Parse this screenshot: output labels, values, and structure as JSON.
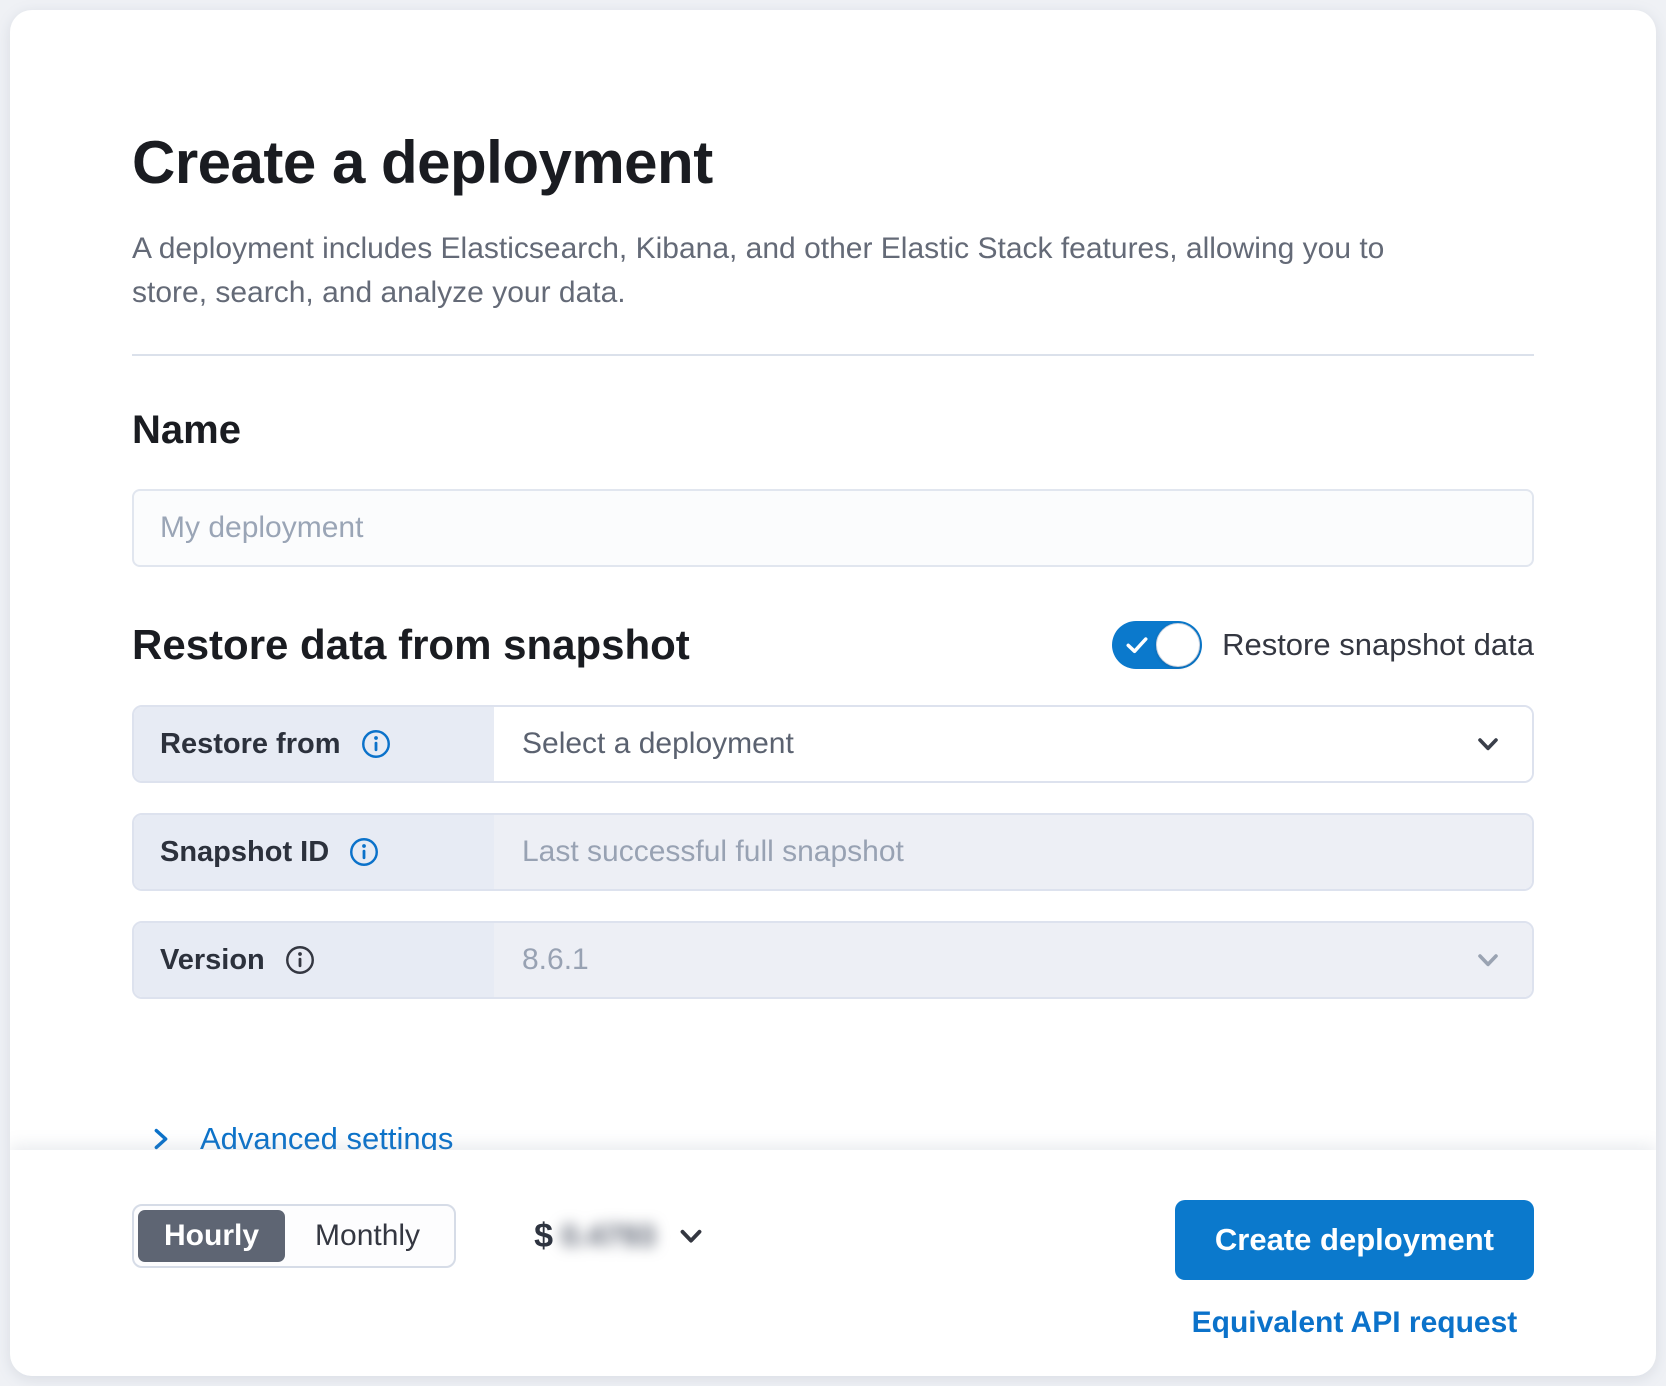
{
  "header": {
    "title": "Create a deployment",
    "subtitle": "A deployment includes Elasticsearch, Kibana, and other Elastic Stack features, allowing you to store, search, and analyze your data."
  },
  "name_section": {
    "heading": "Name",
    "placeholder": "My deployment"
  },
  "restore_section": {
    "heading": "Restore data from snapshot",
    "toggle": {
      "label": "Restore snapshot data",
      "state": "on"
    },
    "rows": [
      {
        "label": "Restore from",
        "value": "Select a deployment",
        "control": "select",
        "enabled": true,
        "info_icon_color": "#0b72ca"
      },
      {
        "label": "Snapshot ID",
        "value": "Last successful full snapshot",
        "control": "text-input",
        "enabled": false,
        "info_icon_color": "#0b72ca"
      },
      {
        "label": "Version",
        "value": "8.6.1",
        "control": "select",
        "enabled": false,
        "info_icon_color": "#343741"
      }
    ],
    "advanced_link": "Advanced settings"
  },
  "footer": {
    "billing_interval": {
      "options": [
        "Hourly",
        "Monthly"
      ],
      "selected": "Hourly"
    },
    "price": {
      "currency": "$",
      "amount": "0.4793",
      "blurred": true
    },
    "create_button_label": "Create deployment",
    "api_link_label": "Equivalent API request"
  },
  "colors": {
    "primary_button": "#0b79cc",
    "link": "#0b72ca",
    "toggle_on": "#0b79cc",
    "segment_selected_bg": "#5e6573",
    "row_label_bg": "#e7ebf4",
    "disabled_field_bg": "#edeff5"
  }
}
